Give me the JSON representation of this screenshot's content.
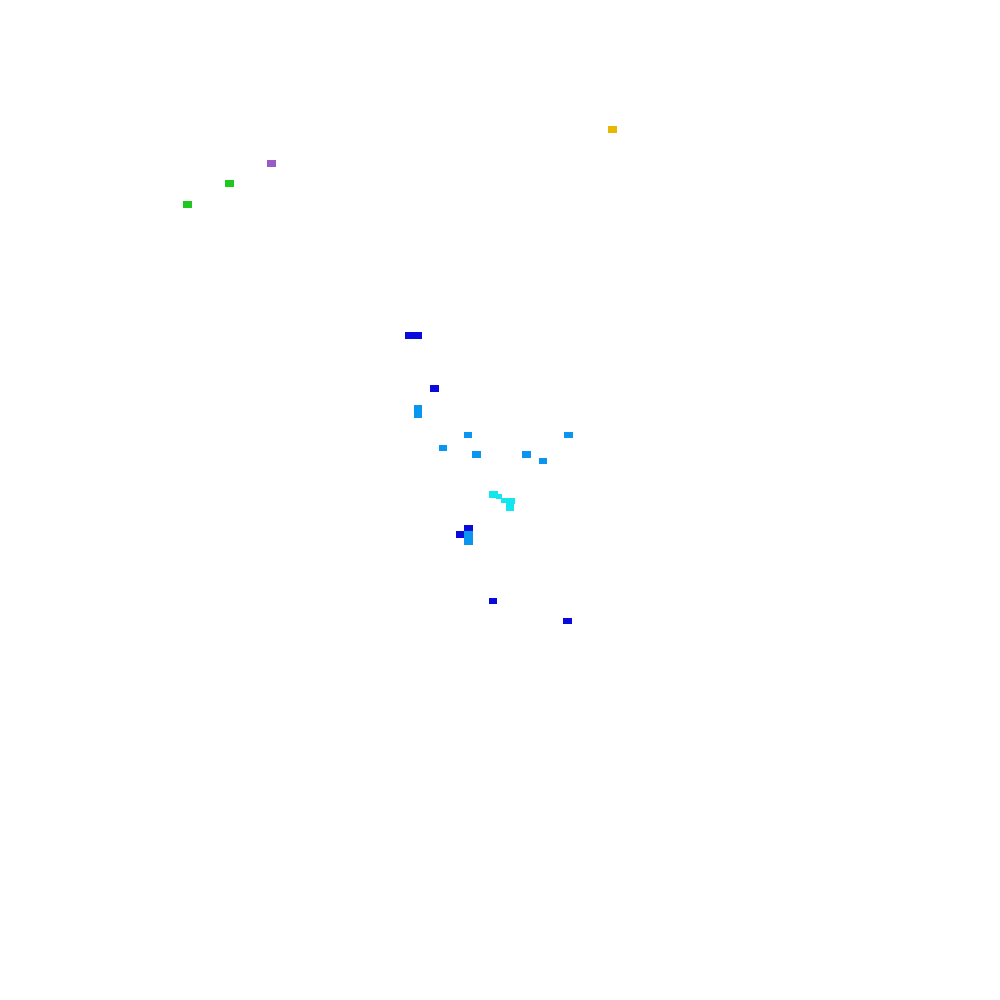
{
  "palette": {
    "background": "#ffffff",
    "yellow": "#e6b800",
    "purple": "#9b59c5",
    "green": "#1ec81e",
    "dark_blue": "#0a0adc",
    "azure": "#0a96f0",
    "cyan": "#14e6f0"
  },
  "cell_groups": [
    {
      "name": "yellow-cell",
      "color_key": "yellow"
    },
    {
      "name": "purple-cell",
      "color_key": "purple"
    },
    {
      "name": "green-cell",
      "color_key": "green"
    },
    {
      "name": "dark-blue-cell",
      "color_key": "dark_blue"
    },
    {
      "name": "azure-cell",
      "color_key": "azure"
    },
    {
      "name": "cyan-cell",
      "color_key": "cyan"
    }
  ]
}
